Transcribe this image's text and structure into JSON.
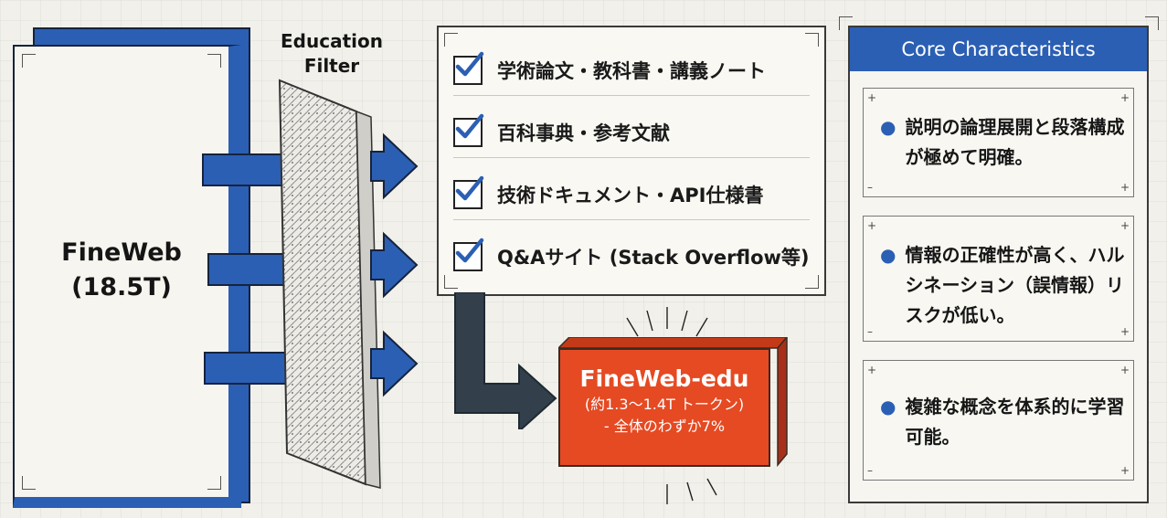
{
  "fineweb": {
    "name": "FineWeb",
    "size": "(18.5T)"
  },
  "filter": {
    "label_line1": "Education",
    "label_line2": "Filter"
  },
  "criteria": [
    "学術論文・教科書・講義ノート",
    "百科事典・参考文献",
    "技術ドキュメント・API仕様書",
    "Q&Aサイト (Stack Overflow等)"
  ],
  "result": {
    "title": "FineWeb-edu",
    "tokens": "(約1.3〜1.4T トークン)",
    "share": "- 全体のわずか7%"
  },
  "core": {
    "header": "Core Characteristics",
    "items": [
      "説明の論理展開と段落構成が極めて明確。",
      "情報の正確性が高く、ハルシネーション（誤情報）リスクが低い。",
      "複雑な概念を体系的に学習可能。"
    ]
  },
  "colors": {
    "blue": "#2b5fb4",
    "orange": "#e54a23",
    "dark": "#333f4a"
  }
}
